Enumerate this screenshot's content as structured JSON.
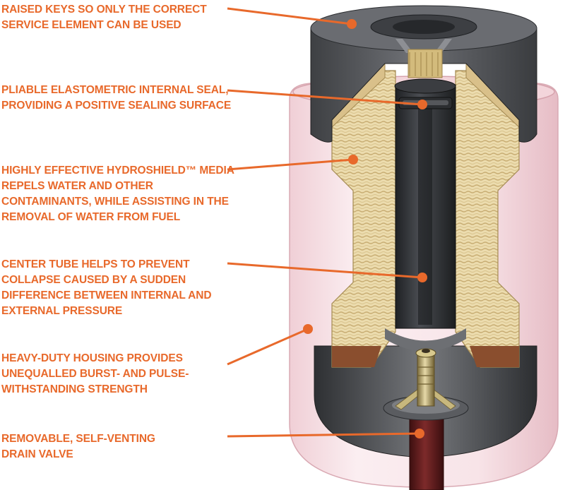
{
  "callouts": [
    {
      "id": "raised-keys",
      "lines": [
        "RAISED KEYS SO ONLY THE CORRECT",
        "SERVICE ELEMENT CAN BE USED"
      ]
    },
    {
      "id": "internal-seal",
      "lines": [
        "PLIABLE ELASTOMETRIC INTERNAL SEAL,",
        "PROVIDING A POSITIVE SEALING SURFACE"
      ]
    },
    {
      "id": "hydroshield-media",
      "lines": [
        "HIGHLY EFFECTIVE HYDROSHIELD™ MEDIA",
        "REPELS WATER AND OTHER",
        "CONTAMINANTS, WHILE ASSISTING IN THE",
        "REMOVAL OF WATER FROM FUEL"
      ]
    },
    {
      "id": "center-tube",
      "lines": [
        "CENTER TUBE HELPS TO PREVENT",
        "COLLAPSE CAUSED BY A SUDDEN",
        "DIFFERENCE BETWEEN INTERNAL AND",
        "EXTERNAL PRESSURE"
      ]
    },
    {
      "id": "housing",
      "lines": [
        "HEAVY-DUTY HOUSING PROVIDES",
        "UNEQUALLED BURST- AND PULSE-",
        "WITHSTANDING STRENGTH"
      ]
    },
    {
      "id": "drain-valve",
      "lines": [
        "REMOVABLE, SELF-VENTING",
        "DRAIN VALVE"
      ]
    }
  ],
  "colors": {
    "accent": "#e8692b",
    "housing": "#f7dde2",
    "cap": "#5a5c60",
    "media": "#e9d6a6",
    "tube": "#2c2e31",
    "valve": "#6b1f1f"
  }
}
